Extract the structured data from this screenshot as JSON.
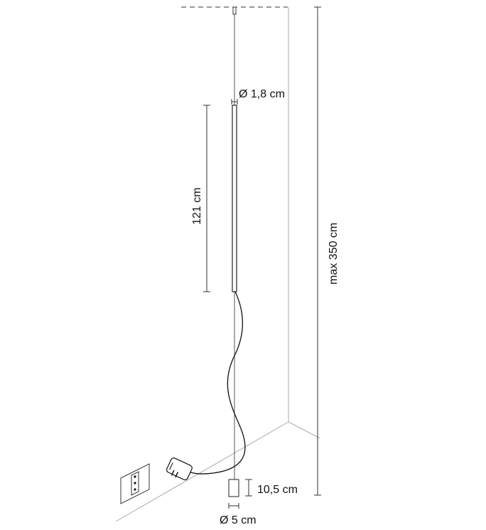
{
  "dimensions": {
    "tube_diameter": "Ø 1,8 cm",
    "tube_length": "121 cm",
    "max_height": "max 350 cm",
    "base_height": "10,5 cm",
    "base_diameter": "Ø 5 cm"
  },
  "colors": {
    "line": "#222222",
    "room": "#aaaaaa"
  }
}
